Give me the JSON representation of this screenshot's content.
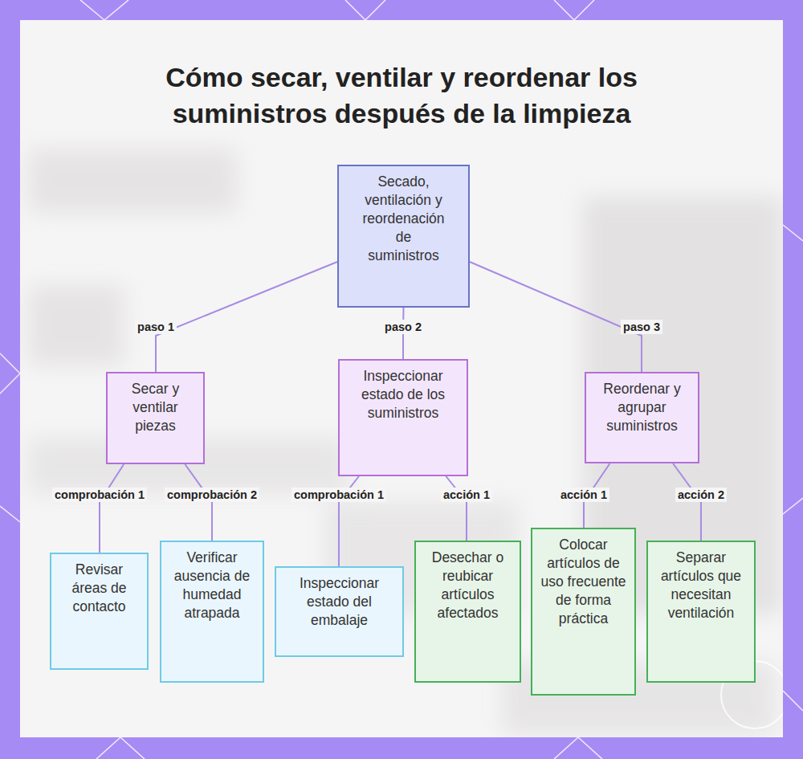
{
  "diagram": {
    "title": "Cómo secar, ventilar y reordenar los suministros después de la limpieza",
    "nodes": [
      {
        "text": [
          "Secado, ventilación y reordenación de suministros"
        ]
      },
      {
        "text": [
          "Secar y ventilar piezas"
        ]
      },
      {
        "text": [
          "Inspeccionar estado de los suministros"
        ]
      },
      {
        "text": [
          "Reordenar y agrupar suministros"
        ]
      },
      {
        "text": [
          "Revisar áreas de contacto"
        ]
      },
      {
        "text": [
          "Verificar ausencia de humedad atrapada"
        ]
      },
      {
        "text": [
          "Inspeccionar estado del embalaje"
        ]
      },
      {
        "text": [
          "Desechar o reubicar artículos afectados"
        ]
      },
      {
        "text": [
          "Colocar artículos de uso frecuente de forma práctica"
        ]
      },
      {
        "text": [
          "Separar artículos que necesitan ventilación"
        ]
      }
    ],
    "edges": [
      {
        "from": 0,
        "to": 1,
        "label": "paso 1",
        "arrow": "none"
      },
      {
        "from": 0,
        "to": 2,
        "label": "paso 2",
        "arrow": "none"
      },
      {
        "from": 0,
        "to": 3,
        "label": "paso 3",
        "arrow": "none"
      },
      {
        "from": 1,
        "to": 4,
        "label": "comprobación 1",
        "arrow": "none"
      },
      {
        "from": 1,
        "to": 5,
        "label": "comprobación 2",
        "arrow": "none"
      },
      {
        "from": 2,
        "to": 6,
        "label": "comprobación 1",
        "arrow": "none"
      },
      {
        "from": 2,
        "to": 7,
        "label": "acción 1",
        "arrow": "none"
      },
      {
        "from": 3,
        "to": 8,
        "label": "acción 1",
        "arrow": "none"
      },
      {
        "from": 3,
        "to": 9,
        "label": "acción 2",
        "arrow": "none"
      }
    ]
  }
}
